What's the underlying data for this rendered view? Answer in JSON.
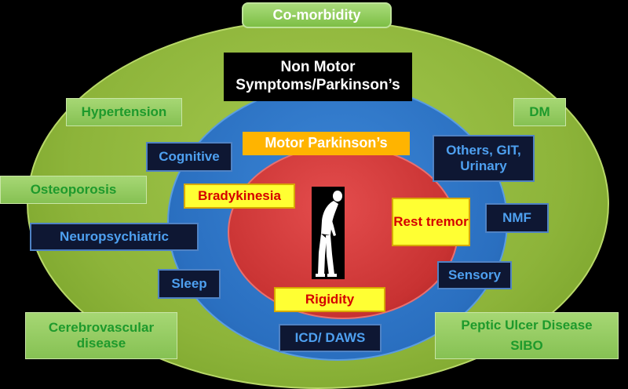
{
  "comorbidity_label": "Co-morbidity",
  "non_motor_title": "Non Motor Symptoms/Parkinson’s",
  "motor_title": "Motor Parkinson’s",
  "comorbidities": {
    "hypertension": "Hypertension",
    "dm": "DM",
    "osteoporosis": "Osteoporosis",
    "cerebrovascular": "Cerebrovascular disease",
    "peptic_ulcer": "Peptic Ulcer Disease",
    "sibo": "SIBO"
  },
  "non_motor_symptoms": {
    "cognitive": "Cognitive",
    "others": "Others, GIT, Urinary",
    "neuropsychiatric": "Neuropsychiatric",
    "nmf": "NMF",
    "sleep": "Sleep",
    "sensory": "Sensory",
    "icd_daws": "ICD/ DAWS"
  },
  "motor_symptoms": {
    "bradykinesia": "Bradykinesia",
    "rest_tremor": "Rest tremor",
    "rigidity": "Rigidity"
  },
  "colors": {
    "outer_ellipse": "#8db43a",
    "middle_ellipse": "#2a6fc0",
    "inner_ellipse": "#c83232",
    "comorbidity_text": "#1e9a2c",
    "non_motor_text": "#4ea0f0",
    "motor_text": "#d40000"
  },
  "icons": {
    "figure": "stooped-person-silhouette-icon"
  }
}
